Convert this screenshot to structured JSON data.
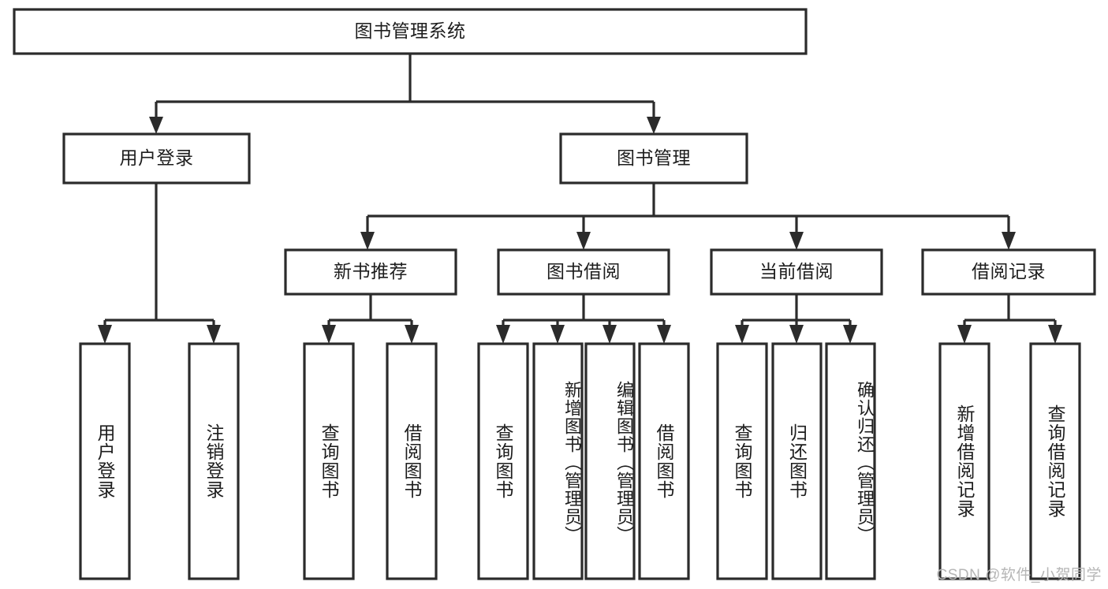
{
  "diagram": {
    "type": "tree-hierarchy",
    "title": "图书管理系统",
    "watermark": "CSDN @软件_小贺同学",
    "colors": {
      "stroke": "#2b2b2b",
      "fill": "#ffffff",
      "text": "#1d1d1d",
      "watermark": "#b6b6b6",
      "background": "#ffffff"
    },
    "levels": {
      "level1": {
        "root": {
          "label": "图书管理系统"
        }
      },
      "level2": {
        "nodes": [
          {
            "label": "用户登录"
          },
          {
            "label": "图书管理"
          }
        ]
      },
      "level3": {
        "nodes": [
          {
            "label": "新书推荐"
          },
          {
            "label": "图书借阅"
          },
          {
            "label": "当前借阅"
          },
          {
            "label": "借阅记录"
          }
        ]
      },
      "level4": {
        "groups": [
          {
            "parent": "用户登录",
            "nodes": [
              {
                "label": "用户登录"
              },
              {
                "label": "注销登录"
              }
            ]
          },
          {
            "parent": "新书推荐",
            "nodes": [
              {
                "label": "查询图书"
              },
              {
                "label": "借阅图书"
              }
            ]
          },
          {
            "parent": "图书借阅",
            "nodes": [
              {
                "label": "查询图书"
              },
              {
                "label": "新增图书（管理员）"
              },
              {
                "label": "编辑图书（管理员）"
              },
              {
                "label": "借阅图书"
              }
            ]
          },
          {
            "parent": "当前借阅",
            "nodes": [
              {
                "label": "查询图书"
              },
              {
                "label": "归还图书"
              },
              {
                "label": "确认归还（管理员）"
              }
            ]
          },
          {
            "parent": "借阅记录",
            "nodes": [
              {
                "label": "新增借阅记录"
              },
              {
                "label": "查询借阅记录"
              }
            ]
          }
        ]
      }
    }
  }
}
